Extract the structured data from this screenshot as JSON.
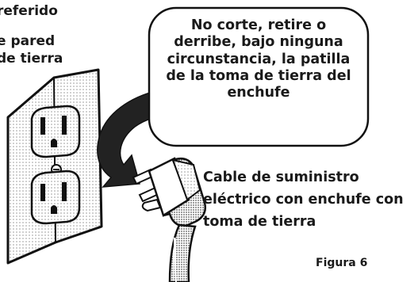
{
  "left_caption": [
    "referido",
    "e pared",
    "de tierra"
  ],
  "callout": [
    "No corte, retire o",
    "derribe, bajo ninguna",
    "circunstancia, la patilla",
    "de la toma de tierra del",
    "enchufe"
  ],
  "cable_label": [
    "Cable de suministro",
    "eléctrico con enchufe con",
    "toma de tierra"
  ],
  "figure_label": "Figura 6"
}
